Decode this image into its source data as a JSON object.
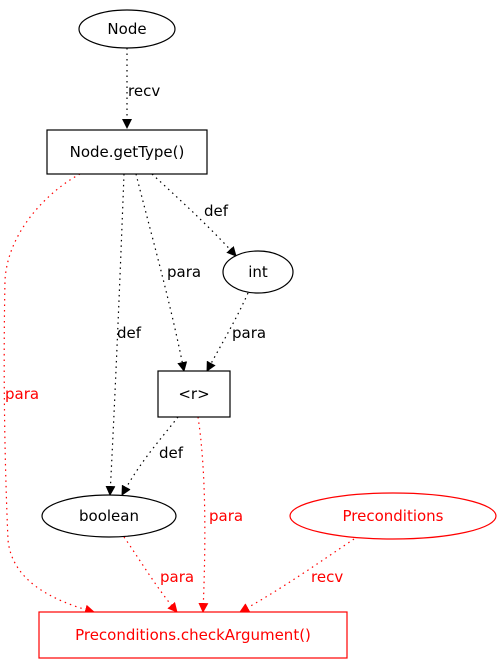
{
  "colors": {
    "default": "#000000",
    "highlight": "#ff0000"
  },
  "nodes": [
    {
      "id": "node",
      "label": "Node",
      "shape": "ellipse",
      "color": "default"
    },
    {
      "id": "node_gettype",
      "label": "Node.getType()",
      "shape": "box",
      "color": "default"
    },
    {
      "id": "int",
      "label": "int",
      "shape": "ellipse",
      "color": "default"
    },
    {
      "id": "r",
      "label": "<r>",
      "shape": "box",
      "color": "default"
    },
    {
      "id": "boolean",
      "label": "boolean",
      "shape": "ellipse",
      "color": "default"
    },
    {
      "id": "preconditions",
      "label": "Preconditions",
      "shape": "ellipse",
      "color": "highlight"
    },
    {
      "id": "check_argument",
      "label": "Preconditions.checkArgument()",
      "shape": "box",
      "color": "highlight"
    }
  ],
  "edges": [
    {
      "id": "node-to-gettype",
      "from": "node",
      "to": "node_gettype",
      "label": "recv",
      "color": "default"
    },
    {
      "id": "gettype-to-int",
      "from": "node_gettype",
      "to": "int",
      "label": "def",
      "color": "default"
    },
    {
      "id": "gettype-to-r",
      "from": "node_gettype",
      "to": "r",
      "label": "para",
      "color": "default"
    },
    {
      "id": "gettype-to-boolean",
      "from": "node_gettype",
      "to": "boolean",
      "label": "def",
      "color": "default"
    },
    {
      "id": "gettype-to-checkargument",
      "from": "node_gettype",
      "to": "check_argument",
      "label": "para",
      "color": "highlight"
    },
    {
      "id": "int-to-r",
      "from": "int",
      "to": "r",
      "label": "para",
      "color": "default"
    },
    {
      "id": "r-to-boolean",
      "from": "r",
      "to": "boolean",
      "label": "def",
      "color": "default"
    },
    {
      "id": "r-to-checkargument",
      "from": "r",
      "to": "check_argument",
      "label": "para",
      "color": "highlight"
    },
    {
      "id": "boolean-to-checkargument",
      "from": "boolean",
      "to": "check_argument",
      "label": "para",
      "color": "highlight"
    },
    {
      "id": "preconditions-to-checkargument",
      "from": "preconditions",
      "to": "check_argument",
      "label": "recv",
      "color": "highlight"
    }
  ]
}
